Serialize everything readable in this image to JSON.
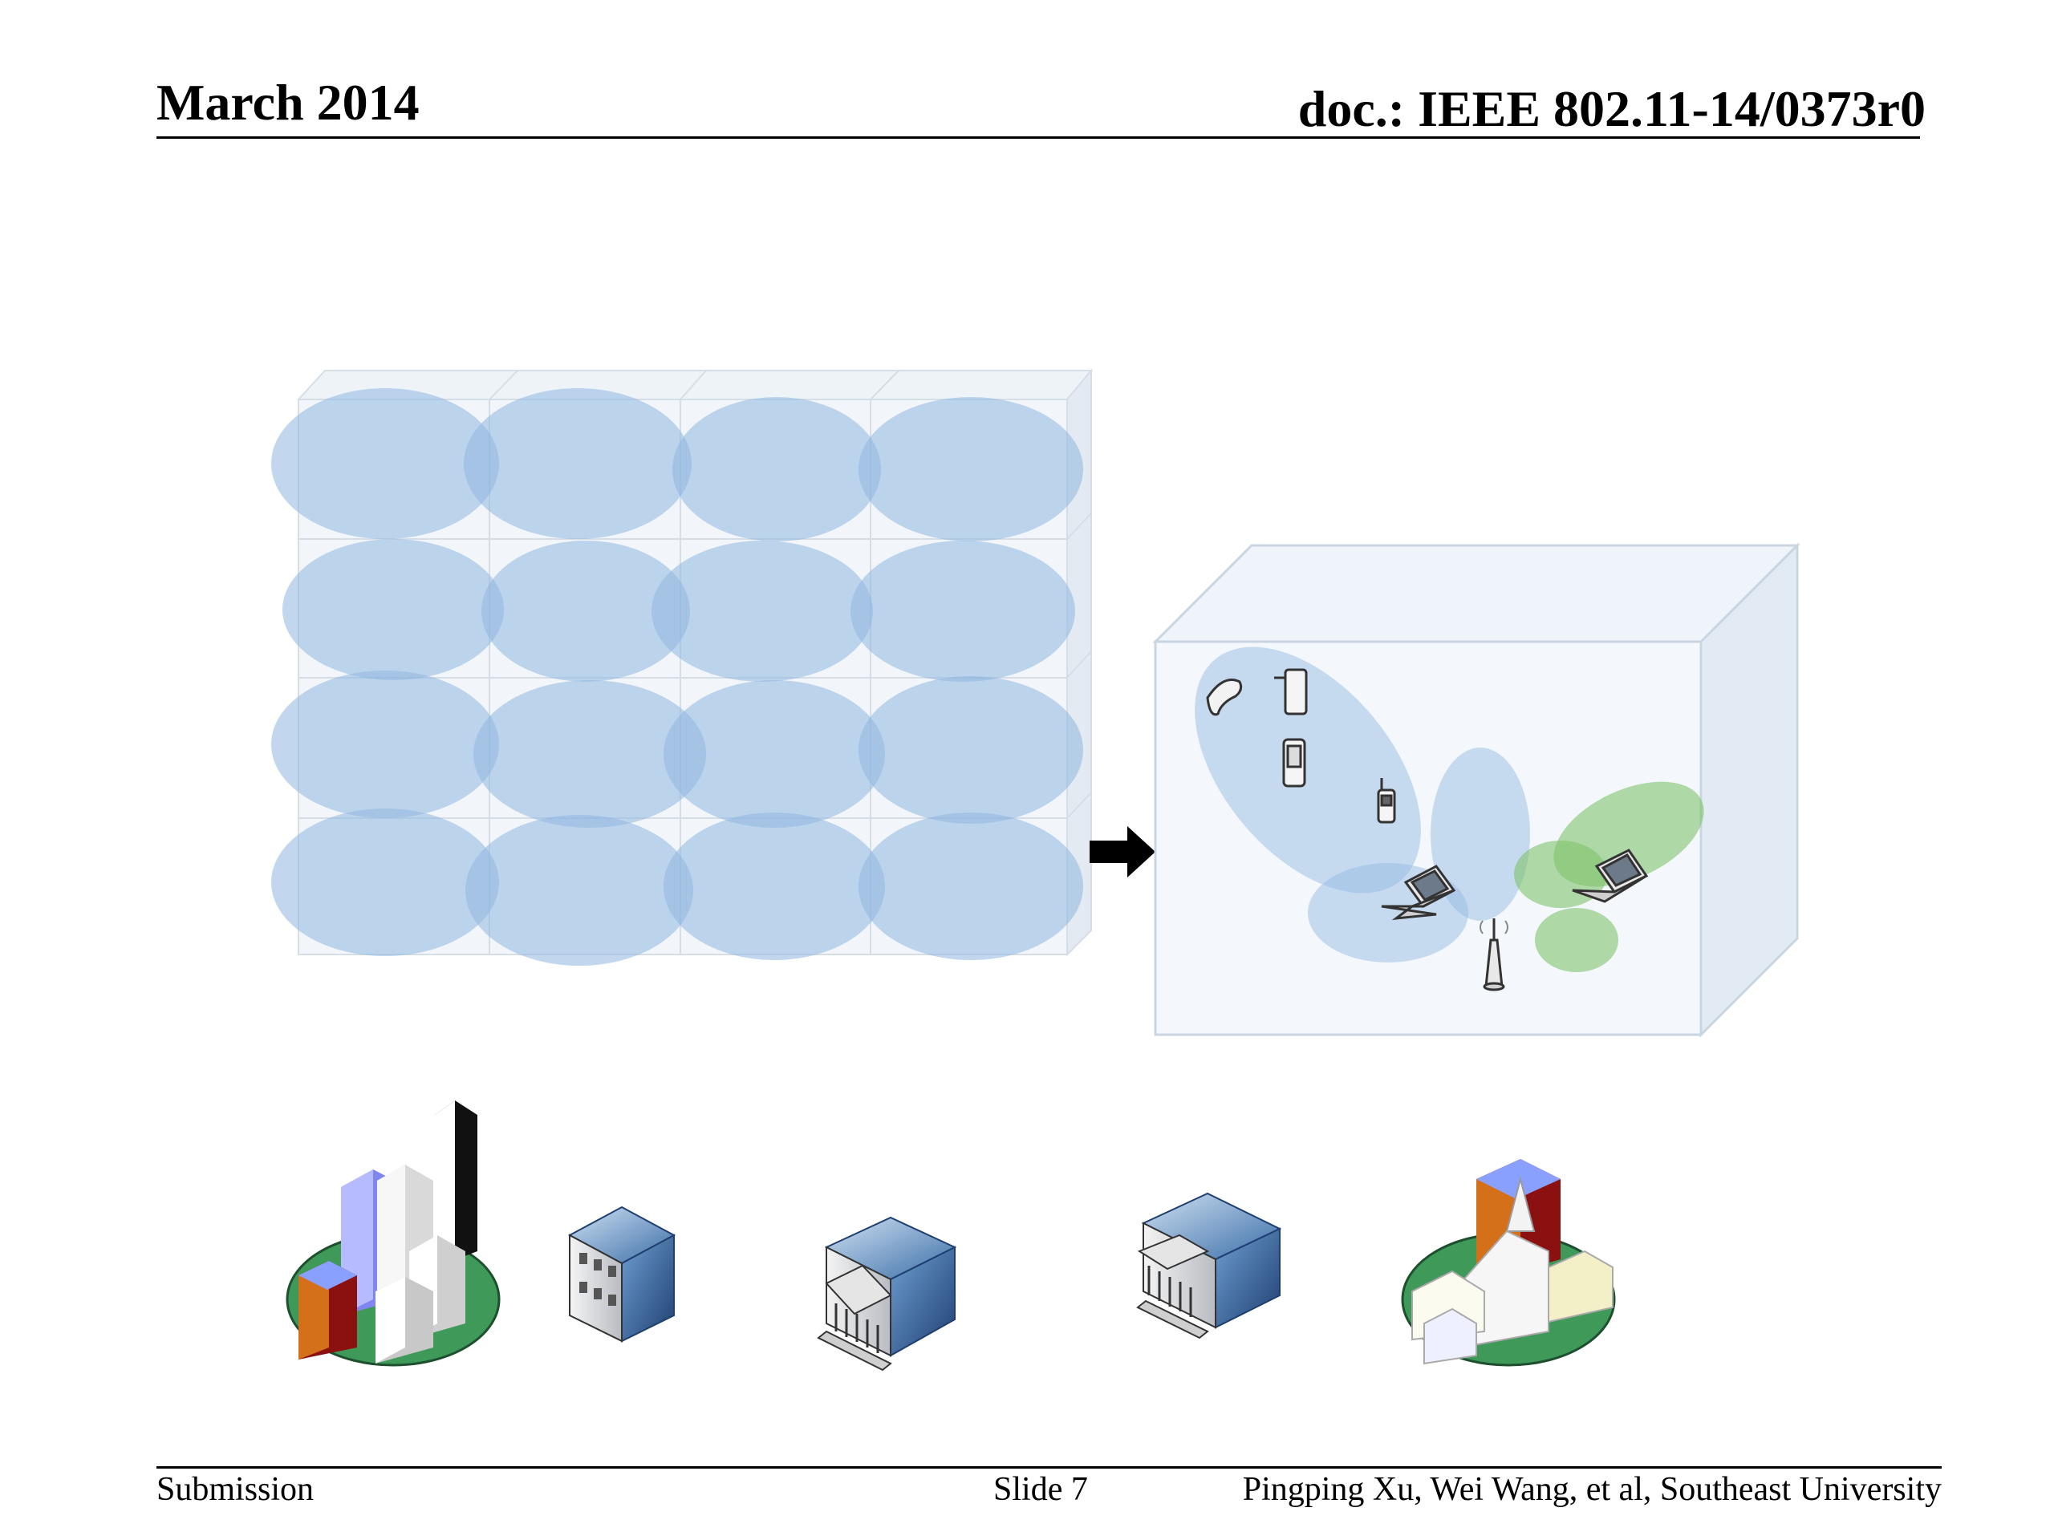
{
  "header": {
    "date": "March 2014",
    "doc": "doc.: IEEE 802.11-14/0373r0"
  },
  "footer": {
    "left": "Submission",
    "center": "Slide 7",
    "right": "Pingping Xu, Wei Wang, et al, Southeast University"
  },
  "colors": {
    "coverage_blue": "#8fb6e0",
    "coverage_green": "#7fc36a",
    "box_fill": "#eef4fa",
    "box_edge": "#c9d6e2",
    "ground_green": "#3f9a5a",
    "building_blue": "#3b6ea8"
  },
  "icons": [
    "phone-icon",
    "pda-icon",
    "handheld-icon",
    "mobile-phone-icon",
    "laptop-icon",
    "access-point-icon",
    "city-icon",
    "office-building-icon",
    "bank-building-icon",
    "library-building-icon",
    "town-church-icon",
    "arrow-icon"
  ]
}
